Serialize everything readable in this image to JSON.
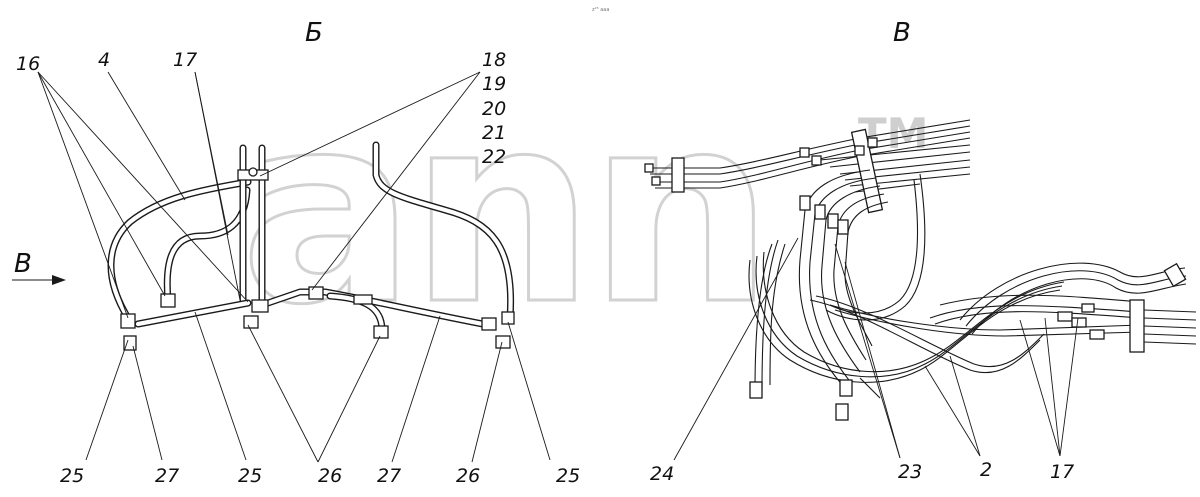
{
  "views": {
    "left_title": "Б",
    "right_title": "В",
    "arrow_label": "В"
  },
  "watermark": {
    "text": "ann",
    "tm": "TM"
  },
  "top_note": "z²⁵ aaa",
  "callouts_left": [
    "16",
    "4",
    "17",
    "18",
    "19",
    "20",
    "21",
    "22"
  ],
  "callouts_left_bottom": [
    "25",
    "27",
    "25",
    "26",
    "27",
    "26",
    "25"
  ],
  "callouts_right_bottom": [
    "24",
    "23",
    "2",
    "17"
  ],
  "colors": {
    "line": "#1a1a1a",
    "watermark": "#d2d2d2",
    "background": "#ffffff"
  }
}
